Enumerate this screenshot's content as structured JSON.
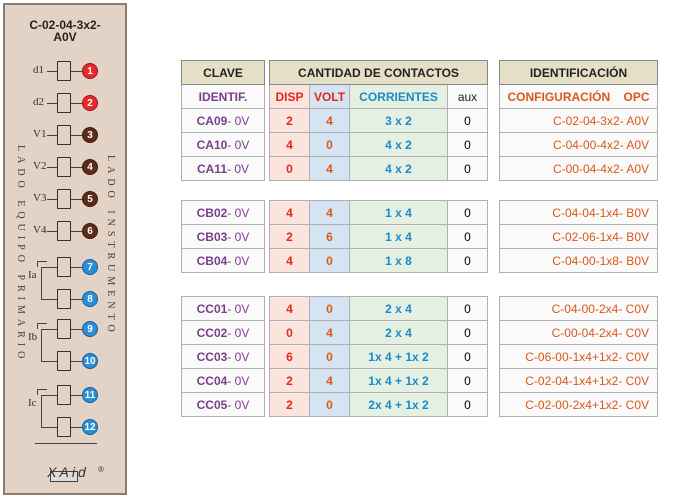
{
  "panel": {
    "title_line1": "C-02-04-3x2-",
    "title_line2": "A0V",
    "left_side_text": "LADO EQUIPO PRIMARIO",
    "right_side_text": "LADO INSTRUMENTO",
    "terminals": [
      {
        "label": "d1",
        "number": "1",
        "color": "red"
      },
      {
        "label": "d2",
        "number": "2",
        "color": "red"
      },
      {
        "label": "V1",
        "number": "3",
        "color": "brown"
      },
      {
        "label": "V2",
        "number": "4",
        "color": "brown"
      },
      {
        "label": "V3",
        "number": "5",
        "color": "brown"
      },
      {
        "label": "V4",
        "number": "6",
        "color": "brown"
      },
      {
        "label": "",
        "number": "7",
        "color": "blue"
      },
      {
        "label": "",
        "number": "8",
        "color": "blue"
      },
      {
        "label": "",
        "number": "9",
        "color": "blue"
      },
      {
        "label": "",
        "number": "10",
        "color": "blue"
      },
      {
        "label": "",
        "number": "11",
        "color": "blue"
      },
      {
        "label": "",
        "number": "12",
        "color": "blue"
      }
    ],
    "current_labels": [
      "Ia",
      "Ib",
      "Ic"
    ],
    "brand": "XAid",
    "registered": "®"
  },
  "headers": {
    "clave": "CLAVE",
    "cantidad": "CANTIDAD DE CONTACTOS",
    "identificacion": "IDENTIFICACIÓN",
    "identif": "IDENTIF.",
    "disp": "DISP",
    "volt": "VOLT",
    "corrientes": "CORRIENTES",
    "aux": "aux",
    "configuracion": "CONFIGURACIÓN",
    "opc": "OPC"
  },
  "groups": [
    {
      "rows": [
        {
          "code": "CA09",
          "suffix": "- 0V",
          "disp": "2",
          "volt": "4",
          "corr": "3  x  2",
          "aux": "0",
          "config": "C-02-04-3x2- A0V"
        },
        {
          "code": "CA10",
          "suffix": "- 0V",
          "disp": "4",
          "volt": "0",
          "corr": "4  x  2",
          "aux": "0",
          "config": "C-04-00-4x2- A0V"
        },
        {
          "code": "CA11",
          "suffix": "- 0V",
          "disp": "0",
          "volt": "4",
          "corr": "4  x  2",
          "aux": "0",
          "config": "C-00-04-4x2- A0V"
        }
      ]
    },
    {
      "rows": [
        {
          "code": "CB02",
          "suffix": "- 0V",
          "disp": "4",
          "volt": "4",
          "corr": "1  x  4",
          "aux": "0",
          "config": "C-04-04-1x4- B0V"
        },
        {
          "code": "CB03",
          "suffix": "- 0V",
          "disp": "2",
          "volt": "6",
          "corr": "1  x  4",
          "aux": "0",
          "config": "C-02-06-1x4- B0V"
        },
        {
          "code": "CB04",
          "suffix": "- 0V",
          "disp": "4",
          "volt": "0",
          "corr": "1  x  8",
          "aux": "0",
          "config": "C-04-00-1x8- B0V"
        }
      ]
    },
    {
      "rows": [
        {
          "code": "CC01",
          "suffix": "- 0V",
          "disp": "4",
          "volt": "0",
          "corr": "2  x  4",
          "aux": "0",
          "config": "C-04-00-2x4- C0V"
        },
        {
          "code": "CC02",
          "suffix": "- 0V",
          "disp": "0",
          "volt": "4",
          "corr": "2  x  4",
          "aux": "0",
          "config": "C-00-04-2x4- C0V"
        },
        {
          "code": "CC03",
          "suffix": "- 0V",
          "disp": "6",
          "volt": "0",
          "corr": "1x 4 + 1x 2",
          "aux": "0",
          "config": "C-06-00-1x4+1x2- C0V"
        },
        {
          "code": "CC04",
          "suffix": "- 0V",
          "disp": "2",
          "volt": "4",
          "corr": "1x 4 + 1x 2",
          "aux": "0",
          "config": "C-02-04-1x4+1x2- C0V"
        },
        {
          "code": "CC05",
          "suffix": "- 0V",
          "disp": "2",
          "volt": "0",
          "corr": "2x 4 + 1x 2",
          "aux": "0",
          "config": "C-02-00-2x4+1x2- C0V"
        }
      ]
    }
  ]
}
